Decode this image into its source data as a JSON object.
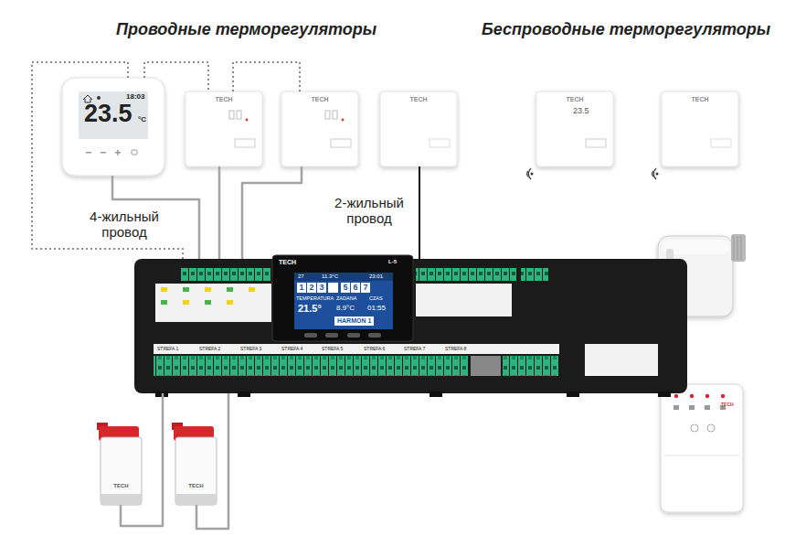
{
  "diagram": {
    "nodes": [
      {
        "text": [
          "18:03",
          "23.5",
          "°C"
        ]
      },
      {
        "text": [
          "TECH"
        ]
      },
      {
        "text": [
          "TECH"
        ]
      },
      {
        "text": [
          "TECH"
        ]
      },
      {
        "text": [
          "TECH",
          "23.5"
        ]
      },
      {
        "text": [
          "TECH"
        ]
      },
      {
        "text": [
          "TECH",
          "L-5"
        ]
      },
      {
        "text": [
          "27",
          "11.3°C",
          "23:01",
          "1",
          "2",
          "3",
          "5",
          "6",
          "7",
          "TEMPERATURA",
          "ZADANA",
          "CZAS",
          "21.5°",
          "8.9°C",
          "01:55",
          "HARMON 1"
        ],
        "in": 6
      },
      {
        "text": [
          "TECH"
        ]
      },
      {
        "text": [
          "TECH"
        ]
      },
      {
        "text": [
          "TECH"
        ]
      }
    ],
    "edges": [
      {
        "from": 0,
        "to": 6,
        "arrow": "none"
      },
      {
        "from": 1,
        "to": 6,
        "arrow": "none"
      },
      {
        "from": 2,
        "to": 6,
        "arrow": "none"
      },
      {
        "from": 3,
        "to": 6,
        "arrow": "none"
      },
      {
        "from": 0,
        "to": 6,
        "arrow": "none"
      },
      {
        "from": 0,
        "to": 1,
        "arrow": "none"
      },
      {
        "from": 1,
        "to": 2,
        "arrow": "none"
      },
      {
        "from": 8,
        "to": 6,
        "arrow": "none"
      },
      {
        "from": 9,
        "to": 6,
        "arrow": "none"
      }
    ],
    "labels": [
      "Проводные терморегуляторы",
      "Беспроводные терморегуляторы",
      "4-жильный провод",
      "2-жильный провод",
      "STREFA 1",
      "STREFA 2",
      "STREFA 3",
      "STREFA 4",
      "STREFA 5",
      "STREFA 6",
      "STREFA 7",
      "STREFA 8"
    ]
  }
}
